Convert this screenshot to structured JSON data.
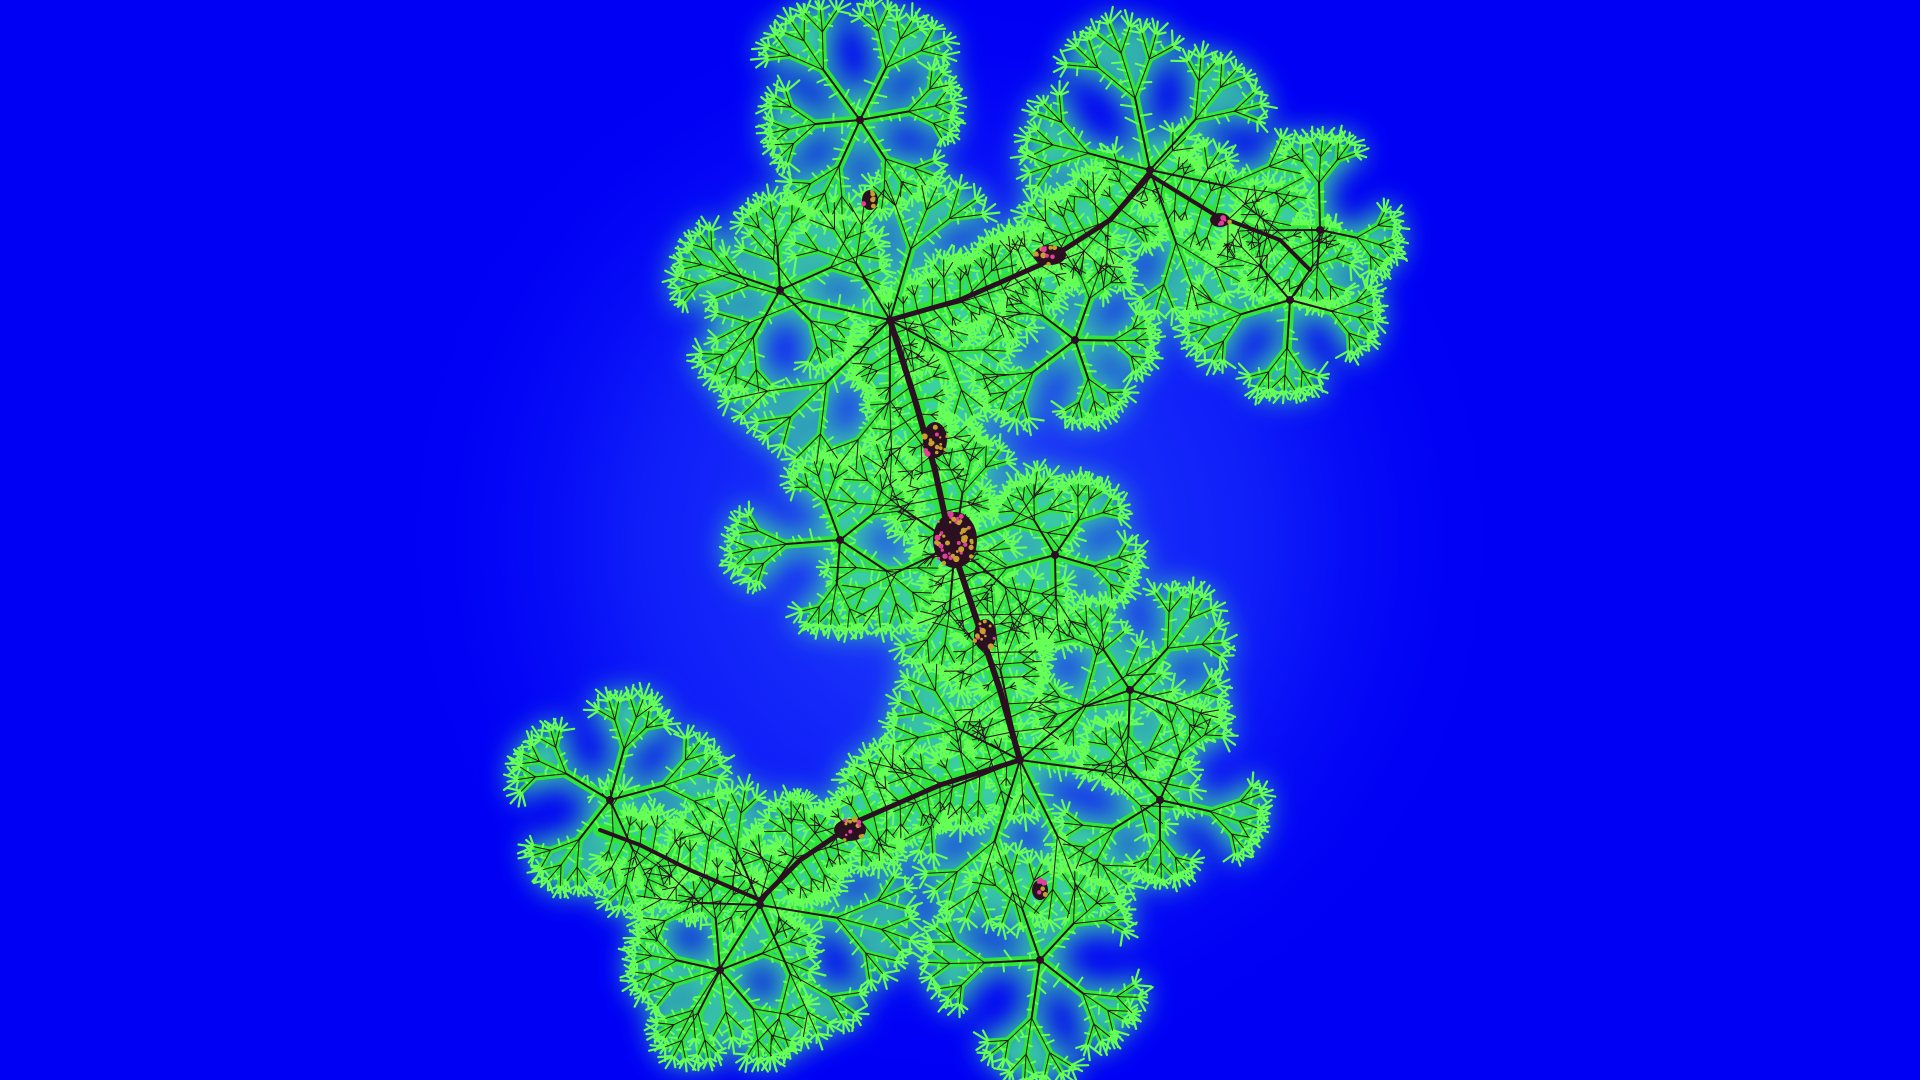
{
  "image": {
    "subject": "julia-set-fractal",
    "colors": {
      "background": "#0000f5",
      "halo_outer": "#0a14f8",
      "halo_inner": "#2a5cff",
      "filament_glow": "#3ad0a0",
      "filament": "#2ee63a",
      "filament_bright": "#66ff55",
      "core": "#2a1020",
      "core_accent": "#c8a030",
      "core_pink": "#e0409a"
    },
    "fractal": {
      "c_re": -0.4,
      "c_im": 0.6,
      "max_iterations": 60
    }
  }
}
